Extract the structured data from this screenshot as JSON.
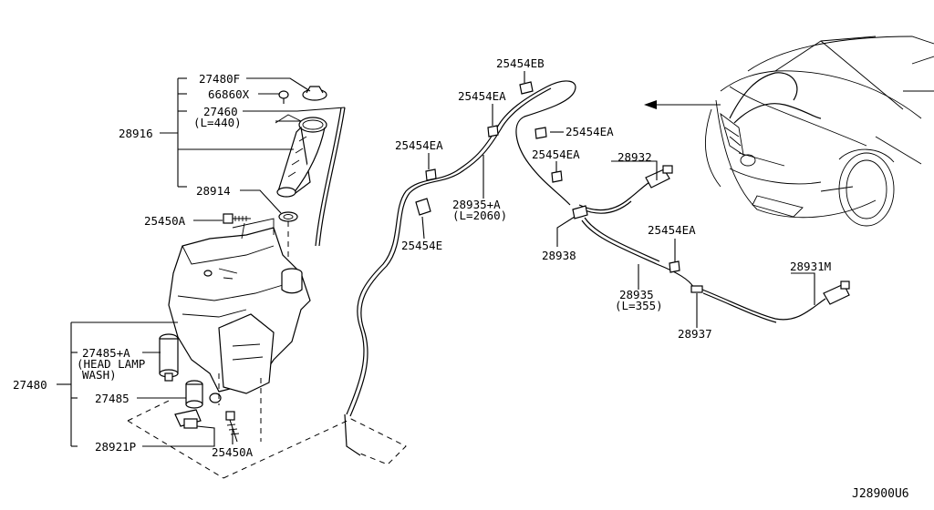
{
  "diagram_code": "J28900U6",
  "labels": {
    "p27480f": "27480F",
    "p66860x": "66860X",
    "p27460": "27460",
    "p27460_len": "(L=440)",
    "p28916": "28916",
    "p28914": "28914",
    "p25450a_top": "25450A",
    "p27485a": "27485+A",
    "p27485a_note1": "(HEAD LAMP",
    "p27485a_note2": "WASH)",
    "p27480": "27480",
    "p27485": "27485",
    "p28921p": "28921P",
    "p25450a_bottom": "25450A",
    "p25454eb": "25454EB",
    "p25454ea_1": "25454EA",
    "p25454ea_2": "25454EA",
    "p25454ea_3": "25454EA",
    "p25454ea_4": "25454EA",
    "p25454ea_5": "25454EA",
    "p28935a": "28935+A",
    "p28935a_len": "(L=2060)",
    "p25454e": "25454E",
    "p28932": "28932",
    "p28938": "28938",
    "p28935": "28935",
    "p28935_len": "(L=355)",
    "p28937": "28937",
    "p28931m": "28931M"
  }
}
